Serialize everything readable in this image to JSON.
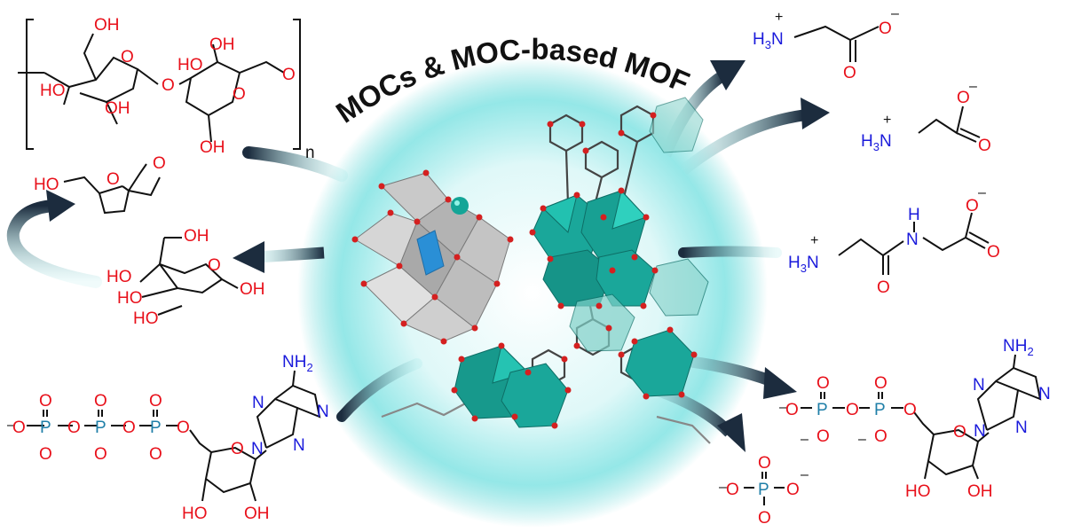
{
  "title": "MOCs & MOC-based MOFs",
  "colors": {
    "oxygen": "#e8101a",
    "nitrogen": "#1a1adb",
    "phosphorus": "#1f7fa8",
    "bond": "#111111",
    "cluster": "#1aa79a",
    "glow": "#7fe3e3",
    "arrow": "#1c2c3e"
  },
  "molecules": {
    "cellulose": {
      "OH_top": "OH",
      "OH_top2": "OH",
      "HO_left": "HO",
      "HO_mid": "HO",
      "OH_bottom": "OH",
      "OH_bottom2": "OH",
      "O_ring1": "O",
      "O_ring2": "O",
      "O_link": "O",
      "O_end": "O",
      "subscript": "n"
    },
    "hmf": {
      "HO": "HO",
      "O_ring": "O",
      "O_ald": "O"
    },
    "glucose": {
      "OH_top": "OH",
      "HO_1": "HO",
      "HO_2": "HO",
      "HO_3": "HO",
      "OH_r": "OH",
      "O_ring": "O"
    },
    "atp": {
      "NH2": "NH",
      "NH2_sub": "2",
      "N1": "N",
      "N2": "N",
      "N3": "N",
      "N4": "N",
      "O": "O",
      "P": "P",
      "HO": "HO",
      "OH": "OH",
      "minus": "–"
    },
    "glycine_left": {
      "H3N": "H",
      "N": "N",
      "sub3": "3",
      "plus": "+",
      "O": "O",
      "minus": "–"
    },
    "glycylglycine": {
      "H": "H",
      "N": "N",
      "sub3": "3",
      "plus": "+",
      "O": "O",
      "minus": "–"
    },
    "adp": {
      "NH2": "NH",
      "NH2_sub": "2",
      "N": "N",
      "O": "O",
      "P": "P",
      "HO": "HO",
      "OH": "OH",
      "minus": "–"
    },
    "phosphate": {
      "O": "O",
      "P": "P",
      "minus": "–"
    }
  }
}
